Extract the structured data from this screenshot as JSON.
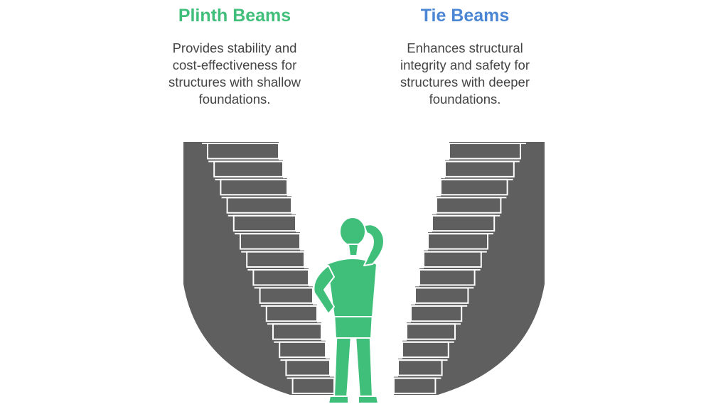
{
  "left": {
    "title": "Plinth Beams",
    "desc": [
      "Provides stability and",
      "cost-effectiveness for",
      "structures with shallow",
      "foundations."
    ]
  },
  "right": {
    "title": "Tie Beams",
    "desc": [
      "Enhances structural",
      "integrity and safety for",
      "structures with deeper",
      "foundations."
    ]
  },
  "colors": {
    "left_title": "#3fbf7a",
    "right_title": "#4a86d4",
    "stair": "#5f5f5f",
    "stair_line": "#ffffff",
    "person": "#3fbf7a",
    "person_line": "#ffffff"
  },
  "icons": {
    "left_stair": "staircase-icon",
    "right_stair": "staircase-icon",
    "person": "thinking-person-icon"
  }
}
